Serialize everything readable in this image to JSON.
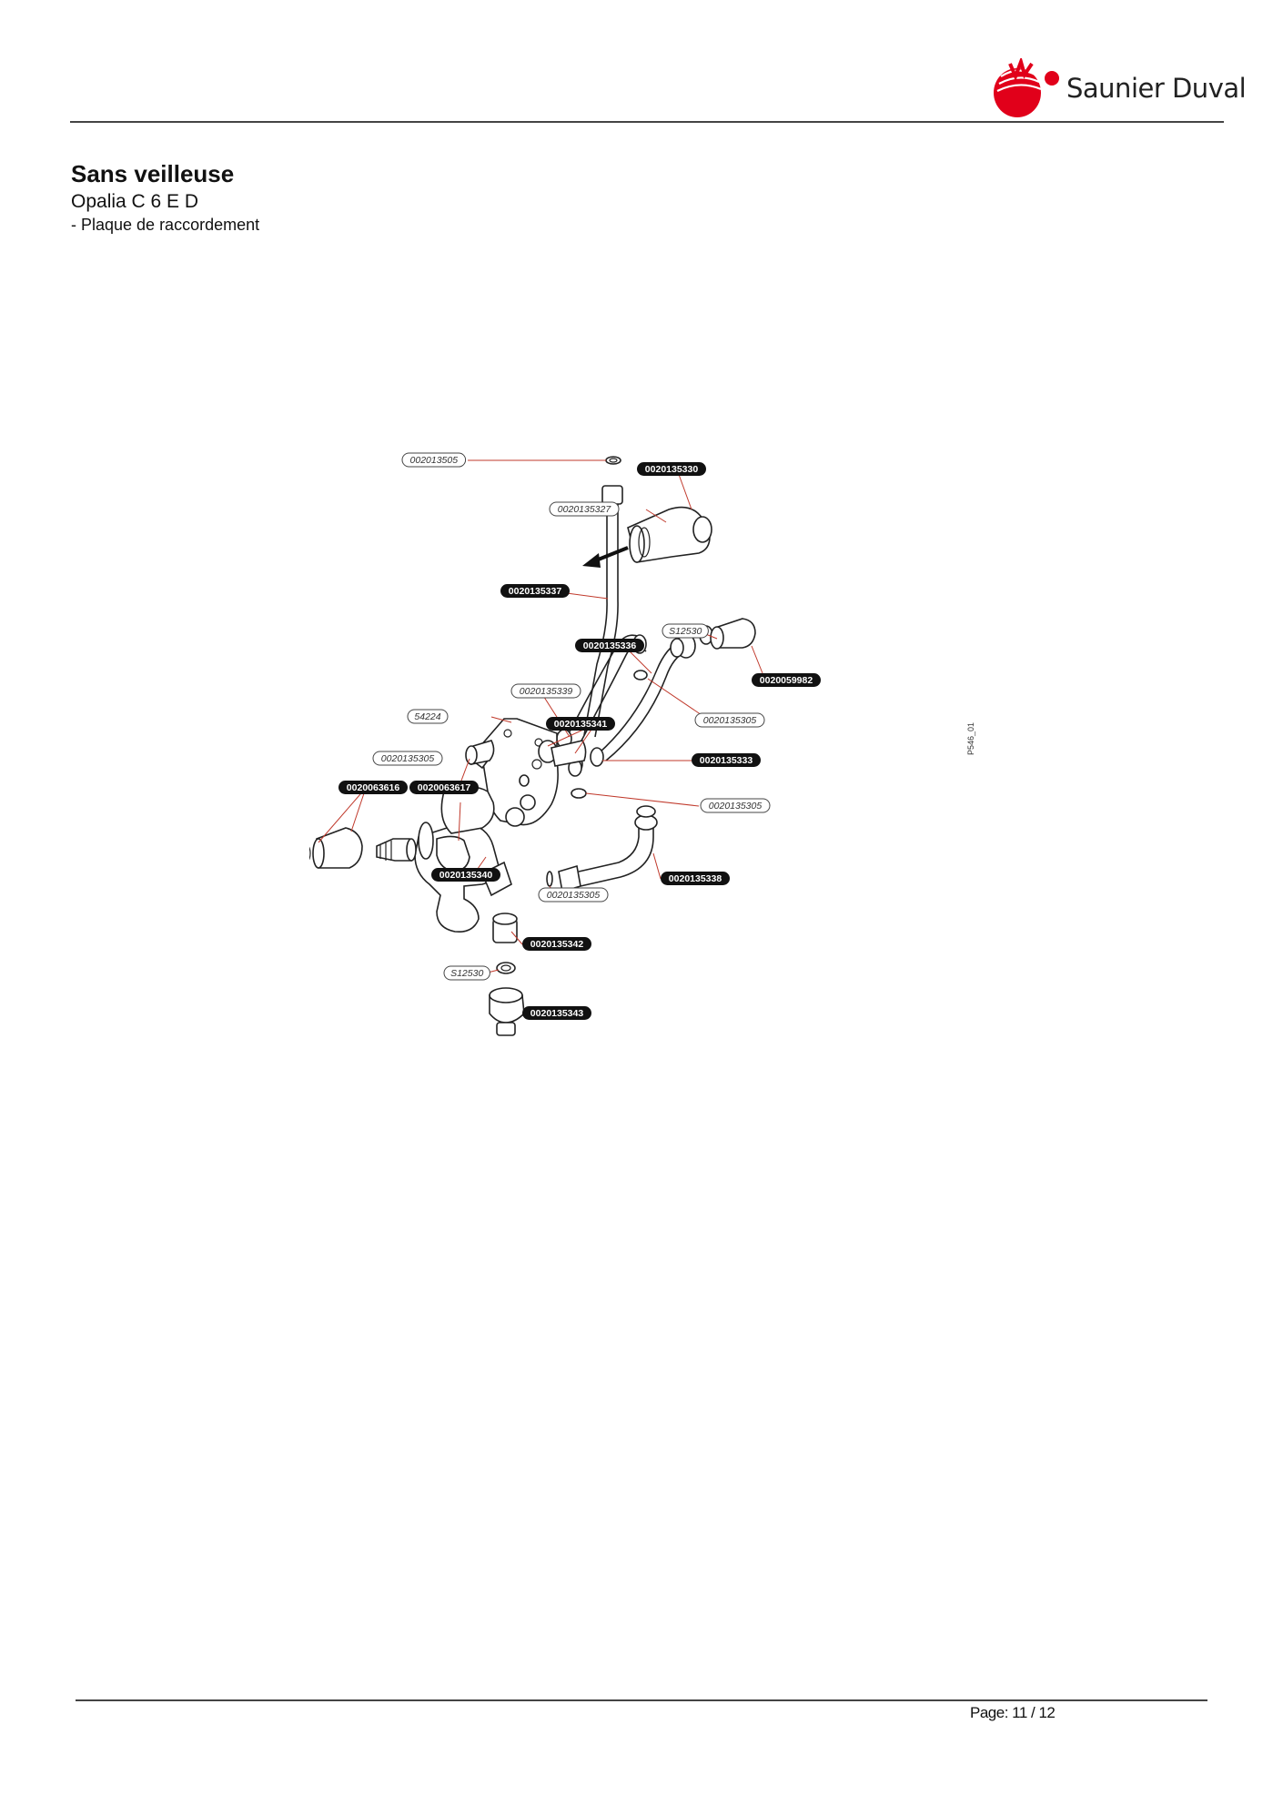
{
  "header": {
    "brand": "Saunier Duval",
    "brand_color": "#e1001a"
  },
  "document": {
    "title": "Sans veilleuse",
    "model": "Opalia C 6 E D",
    "section": "- Plaque de raccordement"
  },
  "diagram": {
    "code": "P546_01",
    "labels": [
      {
        "id": "l1",
        "text": "002013505",
        "style": "light"
      },
      {
        "id": "l2",
        "text": "0020135330",
        "style": "dark"
      },
      {
        "id": "l3",
        "text": "0020135327",
        "style": "light"
      },
      {
        "id": "l4",
        "text": "0020135337",
        "style": "dark"
      },
      {
        "id": "l5",
        "text": "S12530",
        "style": "light"
      },
      {
        "id": "l6",
        "text": "0020135336",
        "style": "dark"
      },
      {
        "id": "l7",
        "text": "0020059982",
        "style": "dark"
      },
      {
        "id": "l8",
        "text": "0020135339",
        "style": "light"
      },
      {
        "id": "l9",
        "text": "54224",
        "style": "light"
      },
      {
        "id": "l10",
        "text": "0020135341",
        "style": "dark"
      },
      {
        "id": "l11",
        "text": "0020135305",
        "style": "light"
      },
      {
        "id": "l12",
        "text": "0020135305",
        "style": "light"
      },
      {
        "id": "l13",
        "text": "0020135333",
        "style": "dark"
      },
      {
        "id": "l14",
        "text": "0020063616",
        "style": "dark"
      },
      {
        "id": "l15",
        "text": "0020063617",
        "style": "dark"
      },
      {
        "id": "l16",
        "text": "0020135305",
        "style": "light"
      },
      {
        "id": "l17",
        "text": "0020135340",
        "style": "dark"
      },
      {
        "id": "l18",
        "text": "0020135338",
        "style": "dark"
      },
      {
        "id": "l19",
        "text": "0020135305",
        "style": "light"
      },
      {
        "id": "l20",
        "text": "0020135342",
        "style": "dark"
      },
      {
        "id": "l21",
        "text": "S12530",
        "style": "light"
      },
      {
        "id": "l22",
        "text": "0020135343",
        "style": "dark"
      }
    ]
  },
  "footer": {
    "page": "Page: 11 / 12"
  }
}
